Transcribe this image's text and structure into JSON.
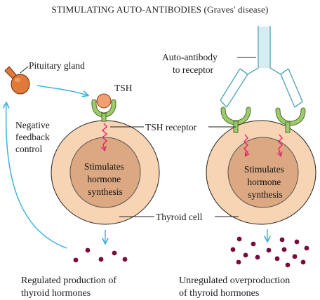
{
  "title": "STIMULATING AUTO-ANTIBODIES (Graves' disease)",
  "labels": {
    "pituitary": "Pituitary gland",
    "tsh": "TSH",
    "tsh_receptor": "TSH receptor",
    "autoantibody": [
      "Auto-antibody",
      "to receptor"
    ],
    "feedback": [
      "Negative",
      "feedback",
      "control"
    ],
    "thyroid_cell": "Thyroid cell",
    "stimulates_left": [
      "Stimulates",
      "hormone",
      "synthesis"
    ],
    "stimulates_right": [
      "Stimulates",
      "hormone",
      "synthesis"
    ],
    "regulated": [
      "Regulated production of",
      "thyroid hormones"
    ],
    "unregulated": [
      "Unregulated overproduction",
      "of thyroid hormones"
    ]
  },
  "colors": {
    "arrow": "#3fb3e0",
    "cell_outer": "#f7d4b3",
    "cell_nucleus": "#dba882",
    "receptor": "#9ccc6a",
    "antibody": "#cde7ec",
    "signal": "#e8206e",
    "hormone": "#7a0a3a",
    "pituitary": "#e07a3a",
    "tsh": "#f0a070"
  }
}
